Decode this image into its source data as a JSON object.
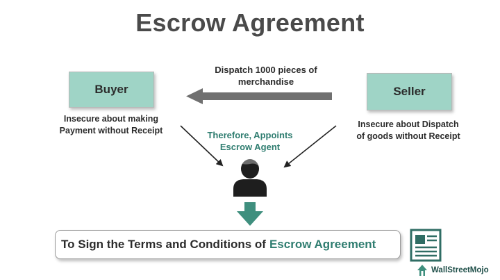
{
  "title": "Escrow Agreement",
  "buyer": {
    "label": "Buyer",
    "caption_line1": "Insecure about making",
    "caption_line2": "Payment without Receipt"
  },
  "seller": {
    "label": "Seller",
    "caption_line1": "Insecure about Dispatch",
    "caption_line2": "of goods without Receipt"
  },
  "dispatch": {
    "line1": "Dispatch 1000 pieces of",
    "line2": "merchandise"
  },
  "agent": {
    "line1": "Therefore, Appoints",
    "line2": "Escrow Agent"
  },
  "conclusion": {
    "prefix": "To Sign the Terms and Conditions of",
    "accent": "Escrow Agreement"
  },
  "brand": {
    "name": "WallStreetMojo"
  },
  "colors": {
    "box_fill": "#9fd4c6",
    "accent_green": "#2f7d70",
    "dark_gray_arrow": "#707070",
    "down_arrow": "#3f8f7e"
  },
  "icons": [
    "person-icon",
    "document-icon",
    "brand-logo-icon"
  ]
}
